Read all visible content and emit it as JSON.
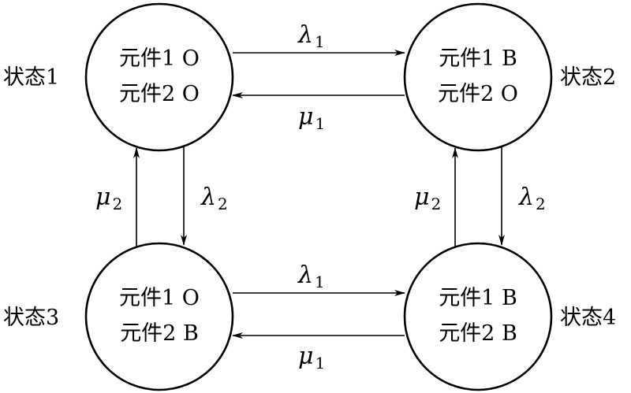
{
  "states": [
    {
      "label": "状态1",
      "line1": "元件1 O",
      "line2": "元件2 O"
    },
    {
      "label": "状态2",
      "line1": "元件1 B",
      "line2": "元件2 O"
    },
    {
      "label": "状态3",
      "line1": "元件1 O",
      "line2": "元件2 B"
    },
    {
      "label": "状态4",
      "line1": "元件1 B",
      "line2": "元件2 B"
    }
  ],
  "transitions": [
    {
      "symbol": "λ",
      "subscript": "1"
    },
    {
      "symbol": "μ",
      "subscript": "1"
    },
    {
      "symbol": "λ",
      "subscript": "1"
    },
    {
      "symbol": "μ",
      "subscript": "1"
    },
    {
      "symbol": "μ",
      "subscript": "2"
    },
    {
      "symbol": "λ",
      "subscript": "2"
    },
    {
      "symbol": "μ",
      "subscript": "2"
    },
    {
      "symbol": "λ",
      "subscript": "2"
    }
  ]
}
